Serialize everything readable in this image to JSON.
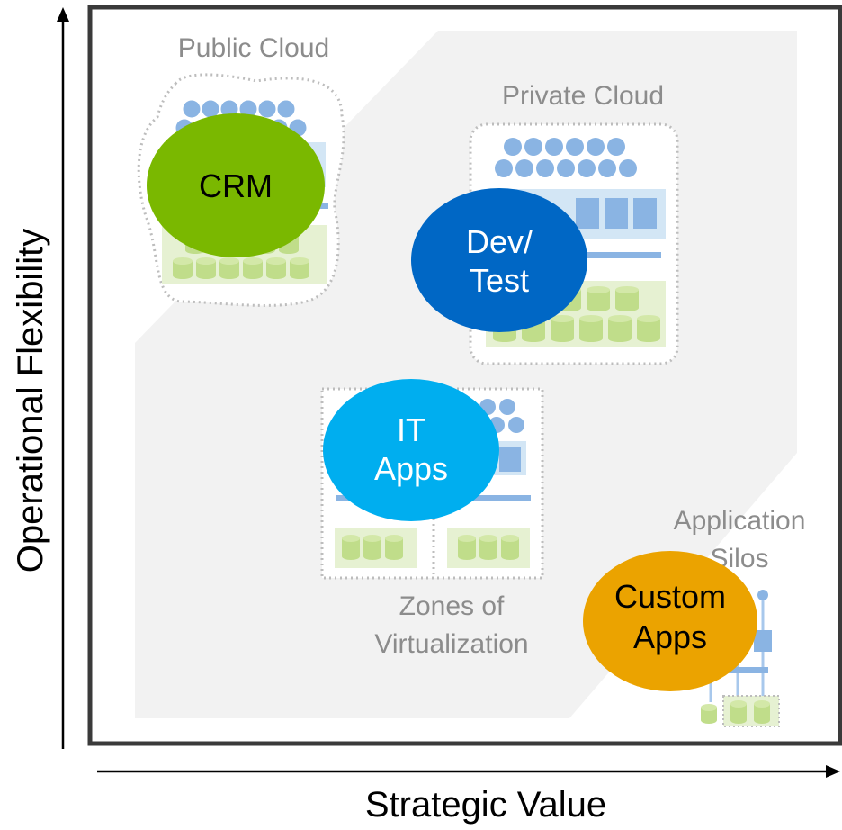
{
  "axes": {
    "x_label": "Strategic Value",
    "y_label": "Operational Flexibility"
  },
  "zones": {
    "public_cloud": "Public Cloud",
    "private_cloud": "Private Cloud",
    "virtualization_line1": "Zones of",
    "virtualization_line2": "Virtualization",
    "silos_line1": "Application",
    "silos_line2": "Silos"
  },
  "apps": {
    "crm": "CRM",
    "devtest_line1": "Dev/",
    "devtest_line2": "Test",
    "itapps_line1": "IT",
    "itapps_line2": "Apps",
    "custom_line1": "Custom",
    "custom_line2": "Apps"
  },
  "colors": {
    "frame": "#3a3a3a",
    "region_fill": "#f2f2f2",
    "zone_label": "#8c8c8c",
    "server_blue": "#8ab4e3",
    "server_panel": "#d3e6f5",
    "storage_green": "#c0dd8a",
    "storage_panel": "#e6f1d2",
    "crm": "#7ab800",
    "devtest": "#0067c5",
    "itapps": "#00aeef",
    "custom": "#eba300"
  }
}
